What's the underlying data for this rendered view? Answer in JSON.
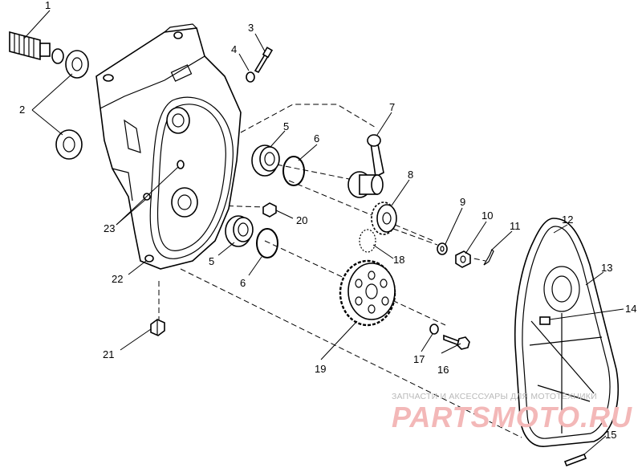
{
  "labels": [
    "1",
    "2",
    "3",
    "4",
    "5",
    "6",
    "7",
    "8",
    "9",
    "10",
    "11",
    "12",
    "13",
    "14",
    "15",
    "16",
    "17",
    "18",
    "19",
    "20",
    "21",
    "22",
    "23",
    "5",
    "6"
  ],
  "watermark": {
    "line1": "ЗАПЧАСТИ И АКСЕССУАРЫ ДЛЯ МОТОТЕХНИКИ",
    "line2": "PARTSMOTO.RU"
  }
}
